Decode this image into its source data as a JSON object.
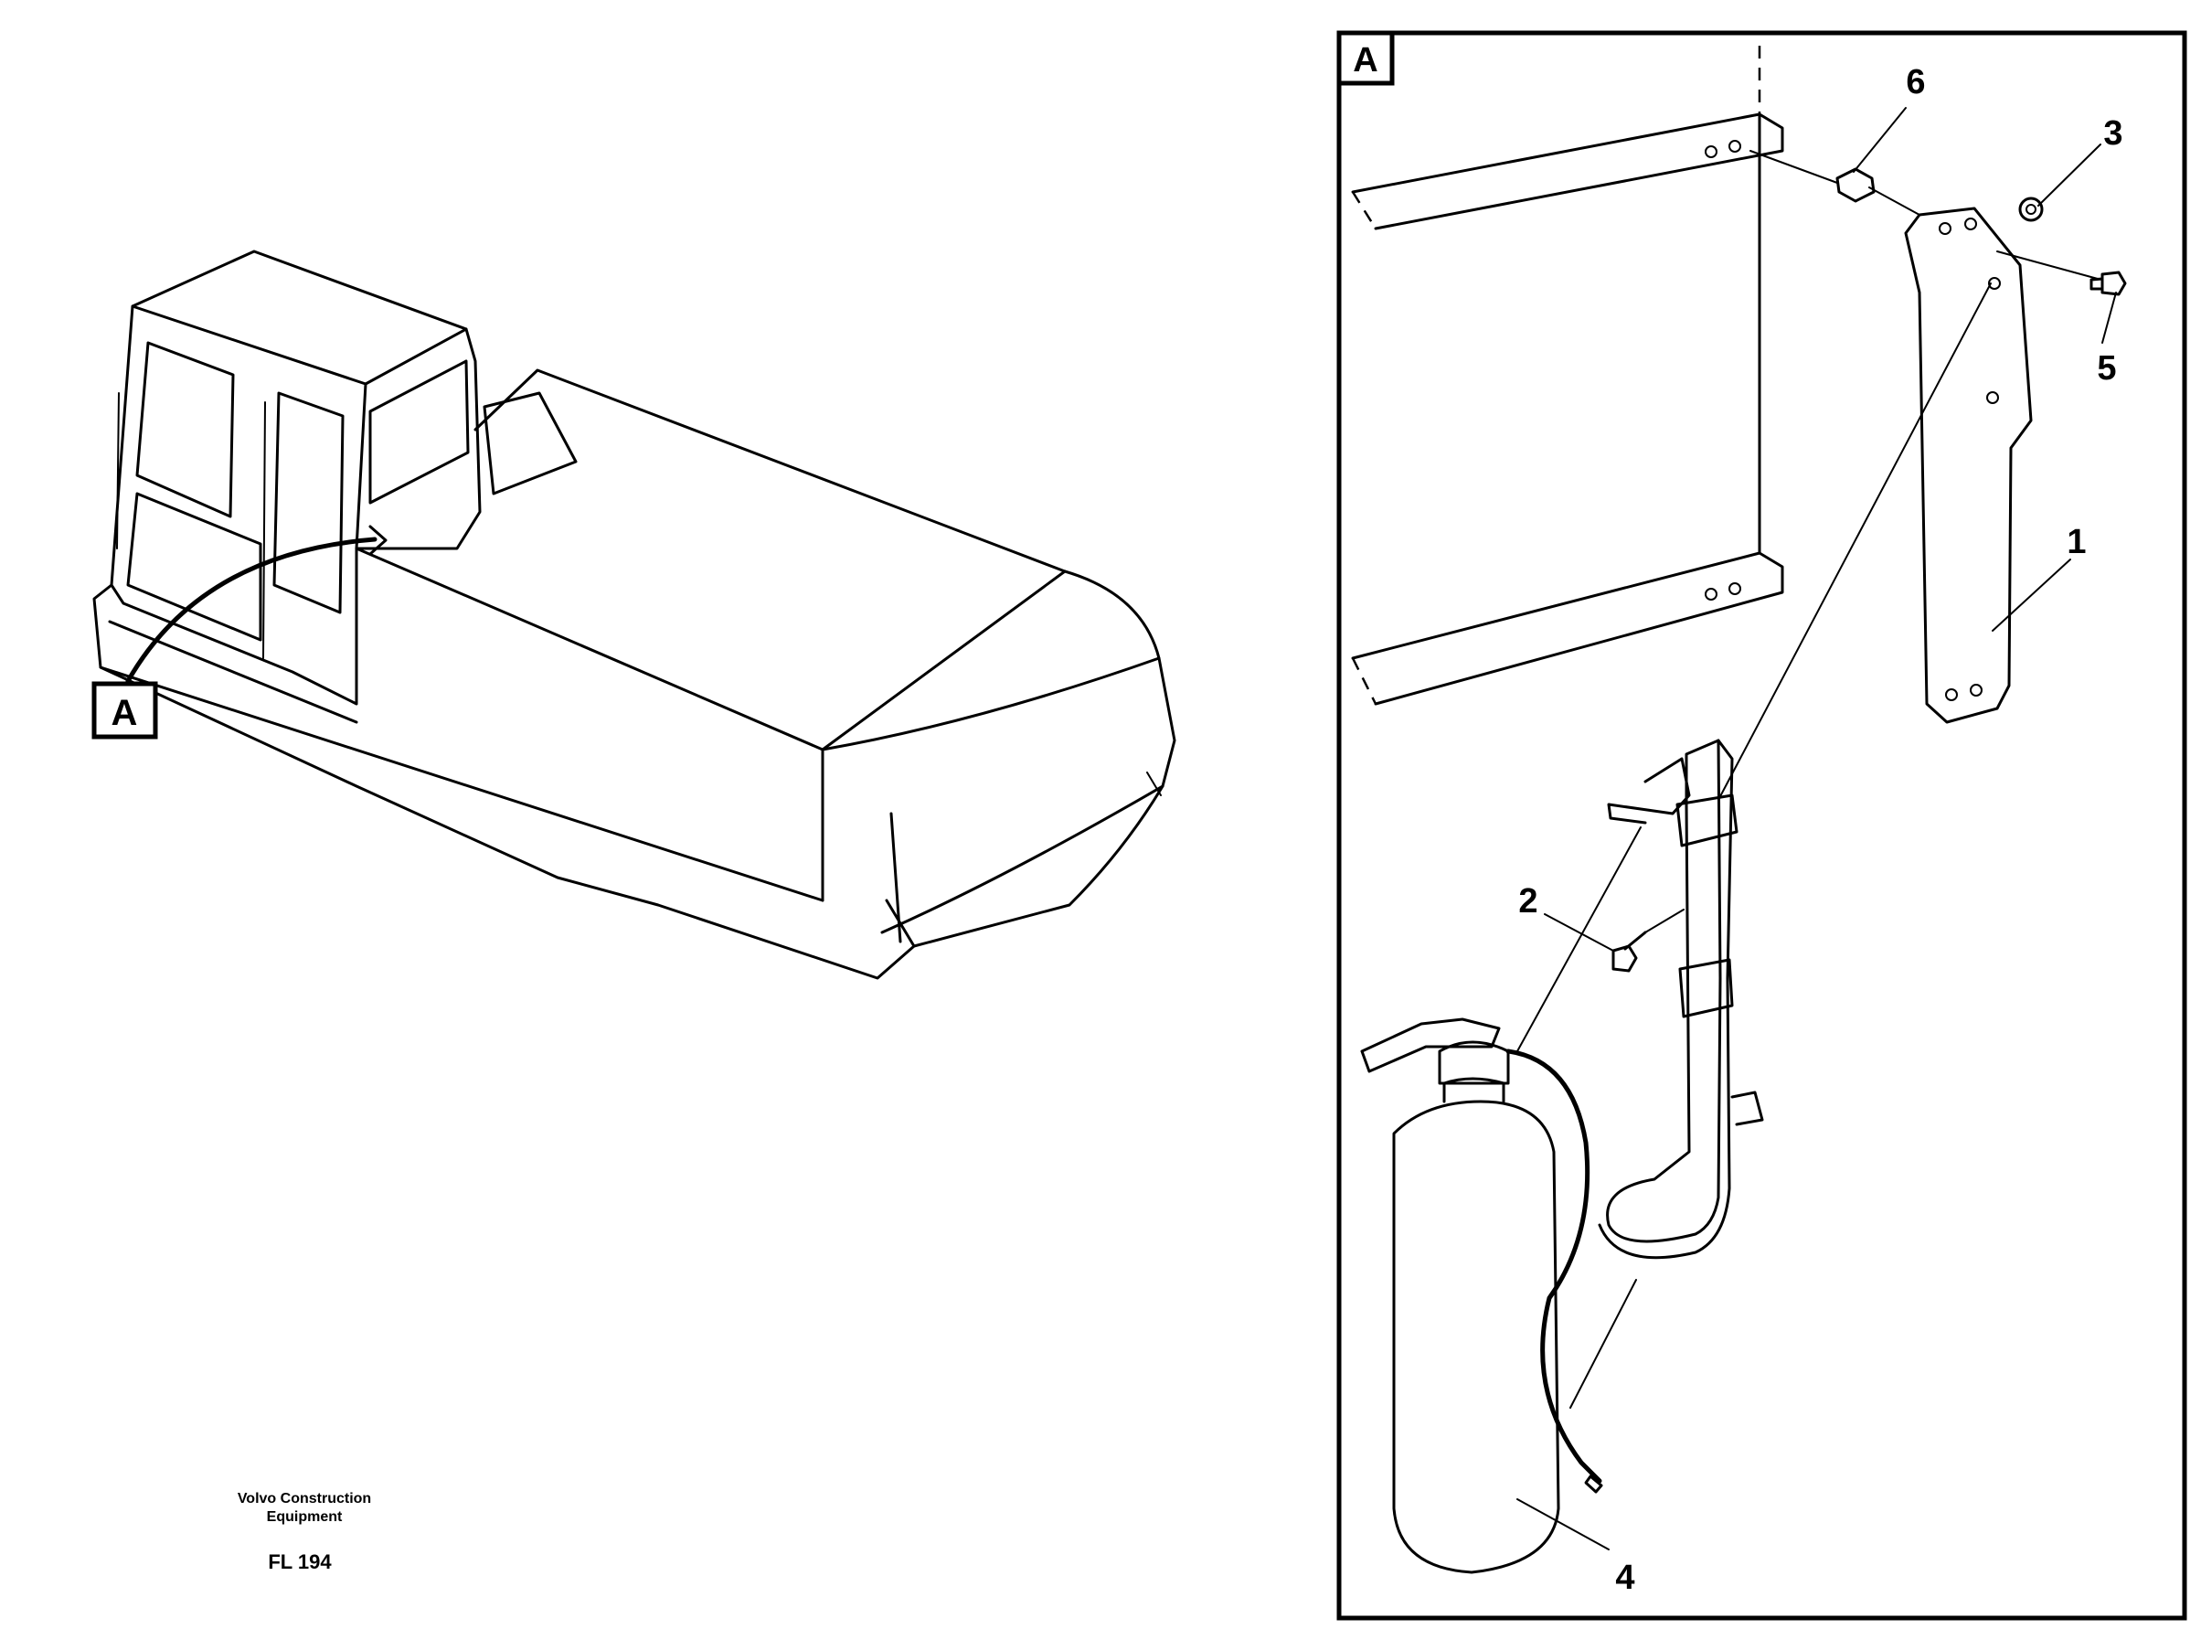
{
  "view_marker": {
    "label": "A"
  },
  "detail_marker": {
    "label": "A"
  },
  "callouts": [
    {
      "id": "part-1",
      "label": "1"
    },
    {
      "id": "part-2",
      "label": "2"
    },
    {
      "id": "part-3",
      "label": "3"
    },
    {
      "id": "part-4",
      "label": "4"
    },
    {
      "id": "part-5",
      "label": "5"
    },
    {
      "id": "part-6",
      "label": "6"
    }
  ],
  "caption": {
    "company_line1": "Volvo Construction",
    "company_line2": "Equipment",
    "figure_code": "FL 194"
  },
  "colors": {
    "ink": "#000000",
    "paper": "#ffffff"
  }
}
